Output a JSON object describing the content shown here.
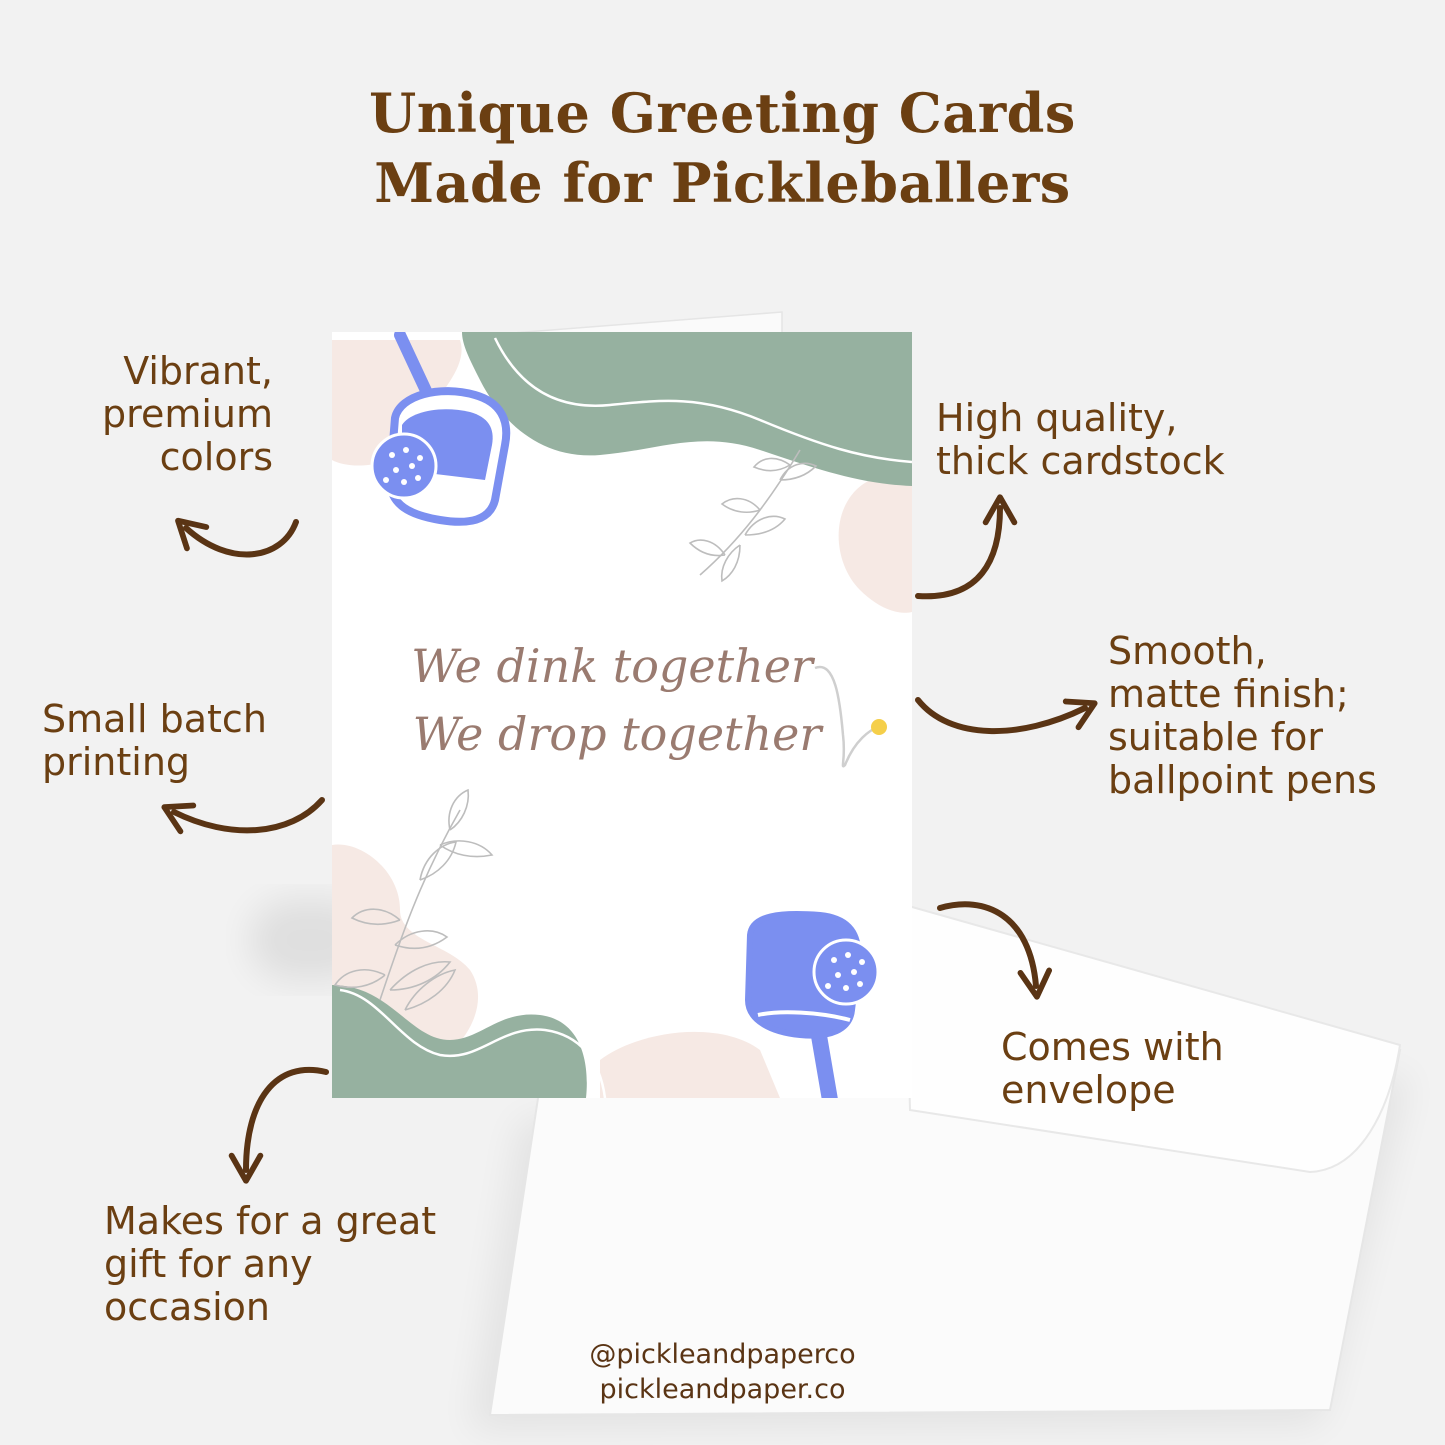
{
  "title": {
    "line1": "Unique Greeting Cards",
    "line2": "Made for Pickleballers"
  },
  "features": {
    "colors": [
      "Vibrant,",
      "premium",
      "colors"
    ],
    "cardstock": [
      "High quality,",
      "thick cardstock"
    ],
    "finish": [
      "Smooth,",
      "matte finish;",
      "suitable for",
      "ballpoint pens"
    ],
    "batch": [
      "Small batch",
      "printing"
    ],
    "envelope": [
      "Comes with",
      "envelope"
    ],
    "gift": [
      "Makes for a great",
      "gift for any",
      "occasion"
    ]
  },
  "card": {
    "line1": "We dink together",
    "line2": "We drop together"
  },
  "footer": {
    "handle": "@pickleandpaperco",
    "site": "pickleandpaper.co"
  },
  "colors": {
    "brown": "#6b3f12",
    "sage": "#96b1a0",
    "paddle": "#7b8ff0",
    "blush": "#f6e9e4",
    "ball_yellow": "#f5cf4a"
  },
  "icons": [
    "pickleball-paddle-icon",
    "pickleball-icon",
    "leaf-sprig-icon",
    "curved-arrow-icon"
  ]
}
